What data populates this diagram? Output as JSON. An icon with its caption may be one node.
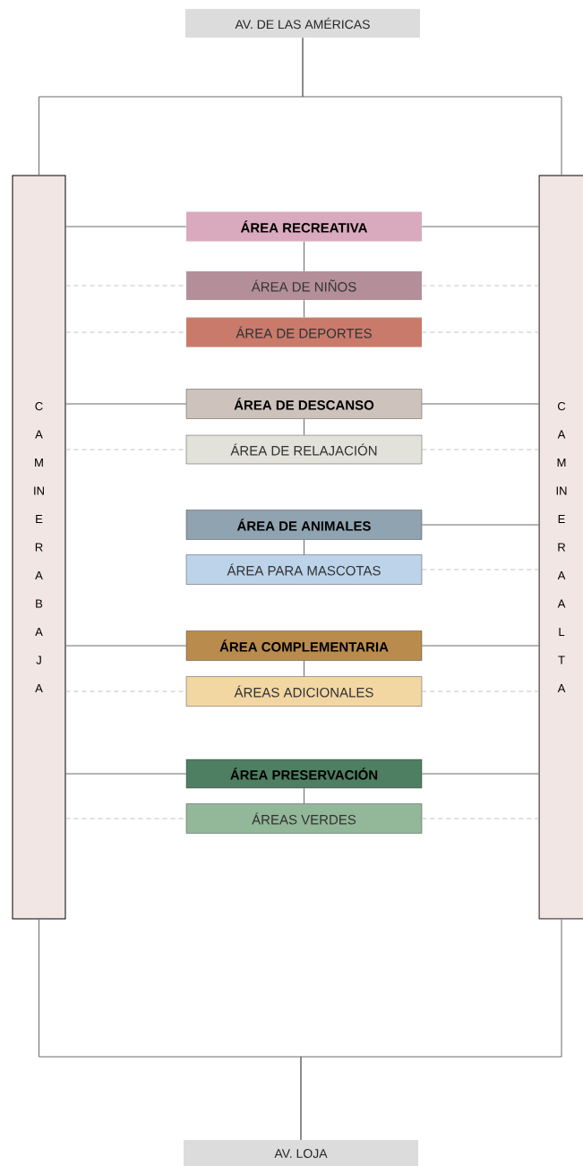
{
  "diagram": {
    "nodes": [
      {
        "text": [
          "AV. DE LAS AMÉRICAS"
        ]
      },
      {
        "text": [
          "CAMINERA BAJA"
        ]
      },
      {
        "text": [
          "CAMINERA ALTA"
        ]
      },
      {
        "text": [
          "ÁREA RECREATIVA"
        ]
      },
      {
        "text": [
          "ÁREA DE NIÑOS"
        ]
      },
      {
        "text": [
          "ÁREA DE DEPORTES"
        ]
      },
      {
        "text": [
          "ÁREA DE DESCANSO"
        ]
      },
      {
        "text": [
          "ÁREA DE RELAJACIÓN"
        ]
      },
      {
        "text": [
          "ÁREA DE ANIMALES"
        ]
      },
      {
        "text": [
          "ÁREA PARA MASCOTAS"
        ]
      },
      {
        "text": [
          "ÁREA COMPLEMENTARIA"
        ]
      },
      {
        "text": [
          "ÁREAS ADICIONALES"
        ]
      },
      {
        "text": [
          "ÁREA PRESERVACIÓN"
        ]
      },
      {
        "text": [
          "ÁREAS VERDES"
        ]
      },
      {
        "text": [
          "AV. LOJA"
        ]
      }
    ],
    "edges": [
      {
        "from": 0,
        "to": 1,
        "arrow": "none"
      },
      {
        "from": 0,
        "to": 2,
        "arrow": "none"
      },
      {
        "from": 1,
        "to": 3,
        "arrow": "none"
      },
      {
        "from": 3,
        "to": 2,
        "arrow": "none"
      },
      {
        "from": 3,
        "to": 4,
        "arrow": "none"
      },
      {
        "from": 4,
        "to": 5,
        "arrow": "none"
      },
      {
        "from": 1,
        "to": 4,
        "arrow": "none",
        "style": "dashed",
        "color": "#bbbbbb"
      },
      {
        "from": 4,
        "to": 2,
        "arrow": "none",
        "style": "dashed",
        "color": "#bbbbbb"
      },
      {
        "from": 1,
        "to": 5,
        "arrow": "none",
        "style": "dashed",
        "color": "#bbbbbb"
      },
      {
        "from": 5,
        "to": 2,
        "arrow": "none",
        "style": "dashed",
        "color": "#bbbbbb"
      },
      {
        "from": 1,
        "to": 6,
        "arrow": "none"
      },
      {
        "from": 6,
        "to": 2,
        "arrow": "none"
      },
      {
        "from": 6,
        "to": 7,
        "arrow": "none"
      },
      {
        "from": 1,
        "to": 7,
        "arrow": "none",
        "style": "dashed",
        "color": "#bbbbbb"
      },
      {
        "from": 7,
        "to": 2,
        "arrow": "none",
        "style": "dashed",
        "color": "#bbbbbb"
      },
      {
        "from": 8,
        "to": 2,
        "arrow": "none"
      },
      {
        "from": 8,
        "to": 9,
        "arrow": "none"
      },
      {
        "from": 9,
        "to": 2,
        "arrow": "none",
        "style": "dashed",
        "color": "#bbbbbb"
      },
      {
        "from": 1,
        "to": 10,
        "arrow": "none"
      },
      {
        "from": 10,
        "to": 2,
        "arrow": "none"
      },
      {
        "from": 10,
        "to": 11,
        "arrow": "none"
      },
      {
        "from": 1,
        "to": 11,
        "arrow": "none",
        "style": "dashed",
        "color": "#bbbbbb"
      },
      {
        "from": 11,
        "to": 2,
        "arrow": "none",
        "style": "dashed",
        "color": "#bbbbbb"
      },
      {
        "from": 1,
        "to": 12,
        "arrow": "none"
      },
      {
        "from": 12,
        "to": 2,
        "arrow": "none"
      },
      {
        "from": 12,
        "to": 13,
        "arrow": "none"
      },
      {
        "from": 1,
        "to": 13,
        "arrow": "none",
        "style": "dashed",
        "color": "#bbbbbb"
      },
      {
        "from": 13,
        "to": 2,
        "arrow": "none",
        "style": "dashed",
        "color": "#bbbbbb"
      },
      {
        "from": 1,
        "to": 14,
        "arrow": "none"
      },
      {
        "from": 2,
        "to": 14,
        "arrow": "none"
      }
    ]
  }
}
